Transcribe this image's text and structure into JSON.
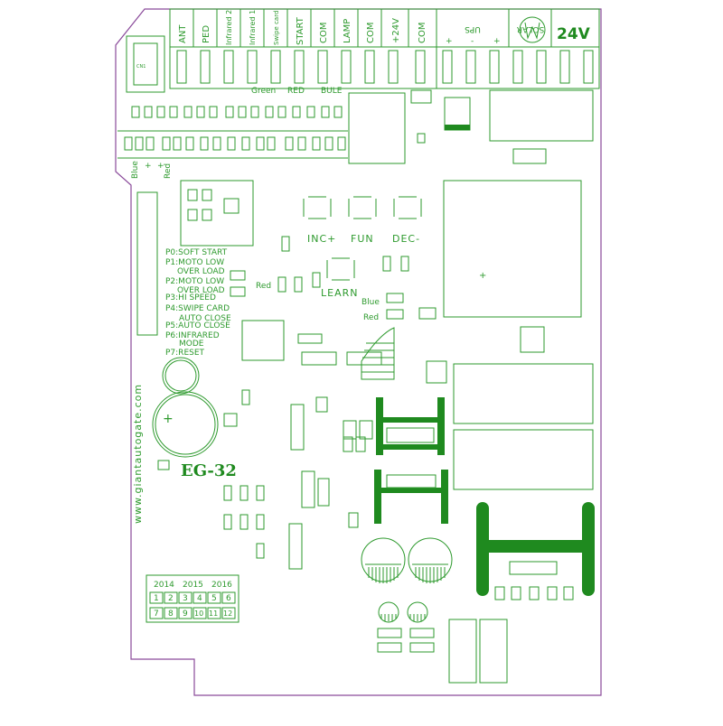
{
  "terminals": {
    "labels": [
      "ANT",
      "PED",
      "Infrared 2",
      "Infrared 1",
      "Swipe card",
      "START",
      "COM",
      "LAMP",
      "COM",
      "+24V",
      "COM",
      "UPS",
      "SOLAR",
      "24V"
    ],
    "ups_polarity": [
      "+",
      "-"
    ],
    "solar_polarity": [
      "+",
      "-",
      "+"
    ]
  },
  "led_labels": {
    "green": "Green",
    "red": "RED",
    "bule": "BULE",
    "blue": "Blue",
    "red_side": "Red",
    "red_mid": "Red",
    "blue_lower": "Blue",
    "red_lower": "Red",
    "plus": "+"
  },
  "buttons": {
    "inc": "INC+",
    "fun": "FUN",
    "dec": "DEC-",
    "learn": "LEARN"
  },
  "program_list": [
    "P0:SOFT START",
    "P1:MOTO LOW",
    "OVER LOAD",
    "P2:MOTO LOW",
    "OVER LOAD",
    "P3:HI SPEED",
    "P4:SWIPE CARD",
    "AUTO CLOSE",
    "P5:AUTO CLOSE",
    "P6:INFRARED",
    "MODE",
    "P7:RESET"
  ],
  "website": "www.giantautogate.com",
  "model": "EG-32",
  "date_grid": {
    "years": [
      "2014",
      "2015",
      "2016"
    ],
    "months": [
      "1",
      "2",
      "3",
      "4",
      "5",
      "6",
      "7",
      "8",
      "9",
      "10",
      "11",
      "12"
    ]
  }
}
